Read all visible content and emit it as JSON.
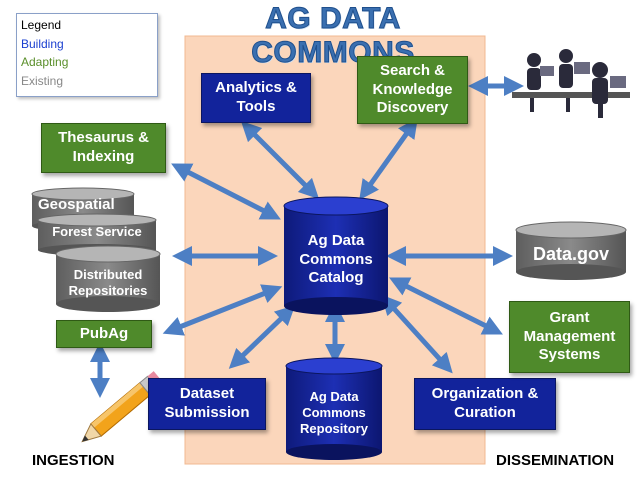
{
  "title": "AG DATA COMMONS",
  "legend": {
    "heading": "Legend",
    "items": [
      {
        "label": "Building",
        "color": "#1a3fd0"
      },
      {
        "label": "Adapting",
        "color": "#5a8f2a"
      },
      {
        "label": "Existing",
        "color": "#888888"
      }
    ]
  },
  "center": {
    "catalog": "Ag Data\nCommons\nCatalog",
    "repository": "Ag Data\nCommons\nRepository"
  },
  "nodes": {
    "analytics": "Analytics &\nTools",
    "search": "Search &\nKnowledge\nDiscovery",
    "thesaurus": "Thesaurus &\nIndexing",
    "geospatial": "Geospatial",
    "forest_service": "Forest Service",
    "distributed": "Distributed\nRepositories",
    "pubag": "PubAg",
    "dataset_submission": "Dataset\nSubmission",
    "organization": "Organization &\nCuration",
    "datagov": "Data.gov",
    "grant": "Grant\nManagement\nSystems"
  },
  "corners": {
    "ingestion": "INGESTION",
    "dissemination": "DISSEMINATION"
  },
  "colors": {
    "building": "#12239b",
    "adapting": "#4f8a2b",
    "existing": "#7b7b7b",
    "arrow": "#4d7fc4",
    "panel": "#fbd6bb"
  },
  "icons": [
    "pencil-icon",
    "people-at-computers-icon"
  ]
}
